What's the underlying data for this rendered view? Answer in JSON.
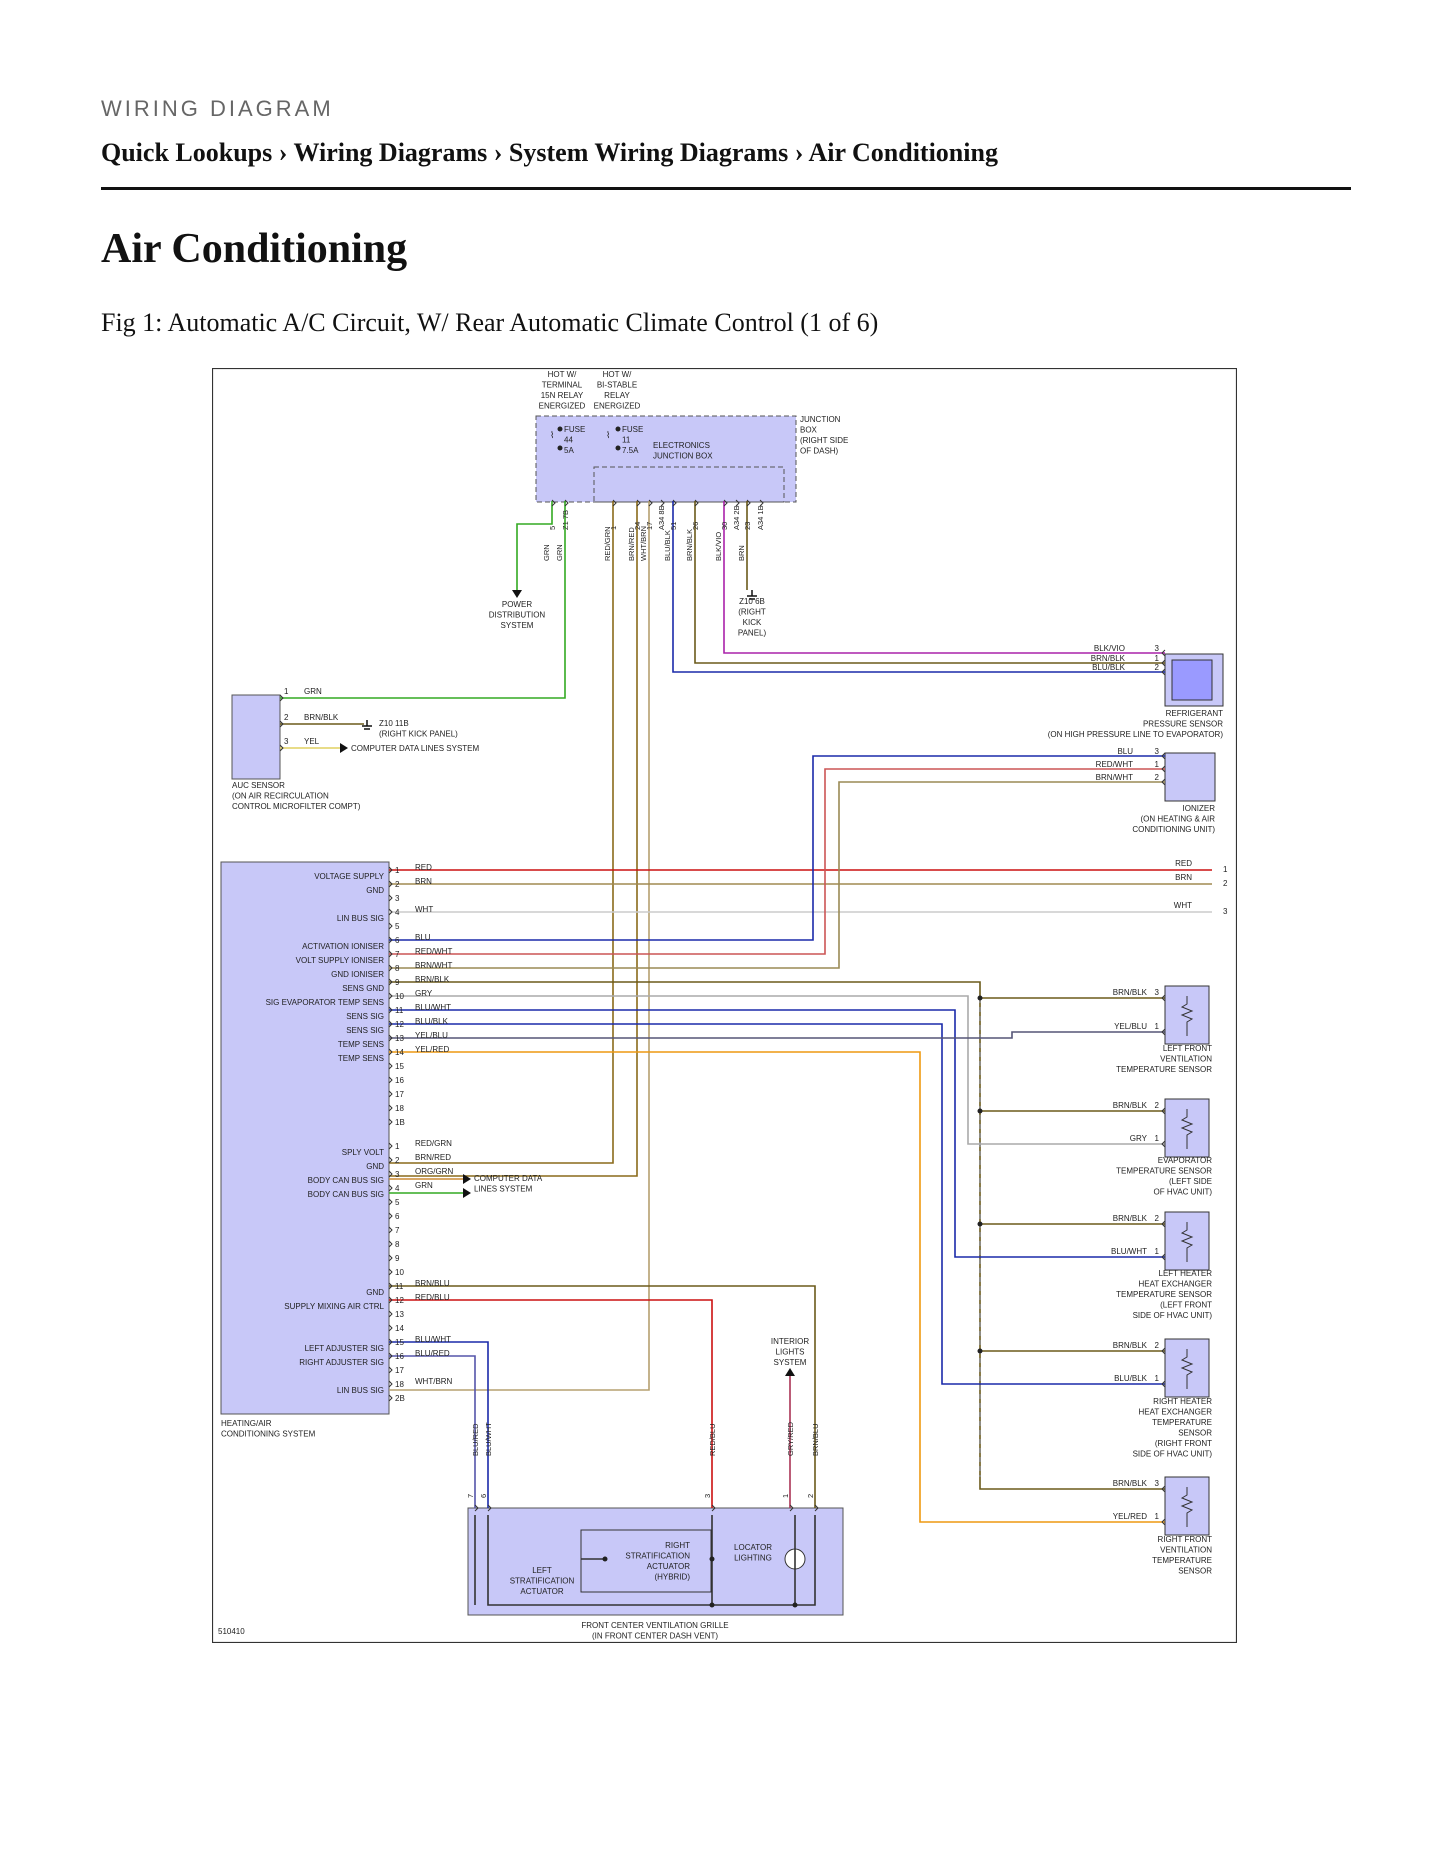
{
  "header": {
    "kicker": "WIRING DIAGRAM",
    "breadcrumb": [
      "Quick Lookups",
      "Wiring Diagrams",
      "System Wiring Diagrams",
      "Air Conditioning"
    ],
    "separator": "›"
  },
  "page_title": "Air Conditioning",
  "figure_caption": "Fig 1: Automatic A/C Circuit, W/ Rear Automatic Climate Control (1 of 6)",
  "diagram": {
    "figure_number": "510410",
    "colors": {
      "box_fill": "#c8c8f8",
      "red": "#cc1111",
      "brown": "#8a6a1a",
      "green": "#33aa22",
      "blue": "#1a2aaa",
      "violet": "#aa22aa",
      "orange": "#ee9911",
      "olive": "#6b5a1a",
      "gray": "#aaaaaa"
    },
    "junction_box": {
      "relay_1": [
        "HOT W/",
        "TERMINAL",
        "15N RELAY",
        "ENERGIZED"
      ],
      "relay_2": [
        "HOT W/",
        "BI-STABLE",
        "RELAY",
        "ENERGIZED"
      ],
      "fuse_1": [
        "FUSE",
        "44",
        "5A"
      ],
      "fuse_2": [
        "FUSE",
        "11",
        "7.5A"
      ],
      "inner_label": [
        "ELECTRONICS",
        "JUNCTION BOX"
      ],
      "label": [
        "JUNCTION",
        "BOX",
        "(RIGHT SIDE",
        "OF DASH)"
      ],
      "pins": [
        {
          "pin": "5",
          "wire": "GRN"
        },
        {
          "pin": "Z1 7B",
          "wire": "GRN"
        },
        {
          "pin": "1",
          "wire": "RED/GRN"
        },
        {
          "pin": "24",
          "wire": "BRN/RED"
        },
        {
          "pin": "17",
          "wire": "WHT/BRN"
        },
        {
          "pin": "A34 8B",
          "wire": ""
        },
        {
          "pin": "51",
          "wire": "BLU/BLK"
        },
        {
          "pin": "26",
          "wire": "BRN/BLK"
        },
        {
          "pin": "30",
          "wire": "BLK/VIO"
        },
        {
          "pin": "A34 2B",
          "wire": ""
        },
        {
          "pin": "23",
          "wire": "BRN"
        },
        {
          "pin": "A34 1B",
          "wire": ""
        }
      ]
    },
    "power_distribution": [
      "POWER",
      "DISTRIBUTION",
      "SYSTEM"
    ],
    "ground_z10_6b": [
      "Z10 6B",
      "(RIGHT",
      "KICK",
      "PANEL)"
    ],
    "refrigerant_sensor": {
      "label": [
        "REFRIGERANT",
        "PRESSURE SENSOR",
        "(ON HIGH PRESSURE LINE TO EVAPORATOR)"
      ],
      "pins": [
        {
          "wire": "BLK/VIO",
          "pin": "3"
        },
        {
          "wire": "BRN/BLK",
          "pin": "1"
        },
        {
          "wire": "BLU/BLK",
          "pin": "2"
        }
      ]
    },
    "auc_sensor": {
      "label": [
        "AUC SENSOR",
        "(ON AIR RECIRCULATION",
        "CONTROL MICROFILTER COMPT)"
      ],
      "pins": [
        {
          "pin": "1",
          "wire": "GRN"
        },
        {
          "pin": "2",
          "wire": "BRN/BLK"
        },
        {
          "pin": "3",
          "wire": "YEL"
        }
      ],
      "ground": [
        "Z10 11B",
        "(RIGHT KICK PANEL)"
      ],
      "data_lines": "COMPUTER DATA LINES SYSTEM"
    },
    "ionizer": {
      "label": [
        "IONIZER",
        "(ON HEATING & AIR",
        "CONDITIONING UNIT)"
      ],
      "pins": [
        {
          "wire": "BLU",
          "pin": "3"
        },
        {
          "wire": "RED/WHT",
          "pin": "1"
        },
        {
          "wire": "BRN/WHT",
          "pin": "2"
        }
      ]
    },
    "hvac_module": {
      "label": [
        "HEATING/AIR",
        "CONDITIONING SYSTEM"
      ],
      "connector_1": [
        {
          "pin": "1",
          "func": "VOLTAGE SUPPLY",
          "wire": "RED"
        },
        {
          "pin": "2",
          "func": "GND",
          "wire": "BRN"
        },
        {
          "pin": "3",
          "func": "",
          "wire": ""
        },
        {
          "pin": "4",
          "func": "LIN BUS SIG",
          "wire": "WHT"
        },
        {
          "pin": "5",
          "func": "",
          "wire": ""
        },
        {
          "pin": "6",
          "func": "ACTIVATION IONISER",
          "wire": "BLU"
        },
        {
          "pin": "7",
          "func": "VOLT SUPPLY IONISER",
          "wire": "RED/WHT"
        },
        {
          "pin": "8",
          "func": "GND IONISER",
          "wire": "BRN/WHT"
        },
        {
          "pin": "9",
          "func": "SENS GND",
          "wire": "BRN/BLK"
        },
        {
          "pin": "10",
          "func": "SIG EVAPORATOR TEMP SENS",
          "wire": "GRY"
        },
        {
          "pin": "11",
          "func": "SENS SIG",
          "wire": "BLU/WHT"
        },
        {
          "pin": "12",
          "func": "SENS SIG",
          "wire": "BLU/BLK"
        },
        {
          "pin": "13",
          "func": "TEMP SENS",
          "wire": "YEL/BLU"
        },
        {
          "pin": "14",
          "func": "TEMP SENS",
          "wire": "YEL/RED"
        },
        {
          "pin": "15",
          "func": "",
          "wire": ""
        },
        {
          "pin": "16",
          "func": "",
          "wire": ""
        },
        {
          "pin": "17",
          "func": "",
          "wire": ""
        },
        {
          "pin": "18",
          "func": "",
          "wire": ""
        },
        {
          "pin": "1B",
          "func": "",
          "wire": ""
        }
      ],
      "connector_2": [
        {
          "pin": "1",
          "func": "SPLY VOLT",
          "wire": "RED/GRN"
        },
        {
          "pin": "2",
          "func": "GND",
          "wire": "BRN/RED"
        },
        {
          "pin": "3",
          "func": "BODY CAN BUS SIG",
          "wire": "ORG/GRN"
        },
        {
          "pin": "4",
          "func": "BODY CAN BUS SIG",
          "wire": "GRN"
        },
        {
          "pin": "5",
          "func": "",
          "wire": ""
        },
        {
          "pin": "6",
          "func": "",
          "wire": ""
        },
        {
          "pin": "7",
          "func": "",
          "wire": ""
        },
        {
          "pin": "8",
          "func": "",
          "wire": ""
        },
        {
          "pin": "9",
          "func": "",
          "wire": ""
        },
        {
          "pin": "10",
          "func": "",
          "wire": ""
        },
        {
          "pin": "11",
          "func": "GND",
          "wire": "BRN/BLU"
        },
        {
          "pin": "12",
          "func": "SUPPLY MIXING AIR CTRL",
          "wire": "RED/BLU"
        },
        {
          "pin": "13",
          "func": "",
          "wire": ""
        },
        {
          "pin": "14",
          "func": "",
          "wire": ""
        },
        {
          "pin": "15",
          "func": "LEFT ADJUSTER SIG",
          "wire": "BLU/WHT"
        },
        {
          "pin": "16",
          "func": "RIGHT ADJUSTER SIG",
          "wire": "BLU/RED"
        },
        {
          "pin": "17",
          "func": "",
          "wire": ""
        },
        {
          "pin": "18",
          "func": "LIN BUS SIG",
          "wire": "WHT/BRN"
        },
        {
          "pin": "2B",
          "func": "",
          "wire": ""
        }
      ],
      "can_data_lines": [
        "COMPUTER DATA",
        "LINES SYSTEM"
      ]
    },
    "right_bus": [
      {
        "wire": "RED",
        "pin": "1"
      },
      {
        "wire": "BRN",
        "pin": "2"
      },
      {
        "wire": "WHT",
        "pin": "3"
      }
    ],
    "sensors": [
      {
        "label": [
          "LEFT FRONT",
          "VENTILATION",
          "TEMPERATURE SENSOR"
        ],
        "pins": [
          {
            "wire": "BRN/BLK",
            "pin": "3"
          },
          {
            "wire": "YEL/BLU",
            "pin": "1"
          }
        ]
      },
      {
        "label": [
          "EVAPORATOR",
          "TEMPERATURE SENSOR",
          "(LEFT SIDE",
          "OF HVAC UNIT)"
        ],
        "pins": [
          {
            "wire": "BRN/BLK",
            "pin": "2"
          },
          {
            "wire": "GRY",
            "pin": "1"
          }
        ]
      },
      {
        "label": [
          "LEFT HEATER",
          "HEAT EXCHANGER",
          "TEMPERATURE SENSOR",
          "(LEFT FRONT",
          "SIDE OF HVAC UNIT)"
        ],
        "pins": [
          {
            "wire": "BRN/BLK",
            "pin": "2"
          },
          {
            "wire": "BLU/WHT",
            "pin": "1"
          }
        ]
      },
      {
        "label": [
          "RIGHT HEATER",
          "HEAT EXCHANGER",
          "TEMPERATURE",
          "SENSOR",
          "(RIGHT FRONT",
          "SIDE OF HVAC UNIT)"
        ],
        "pins": [
          {
            "wire": "BRN/BLK",
            "pin": "2"
          },
          {
            "wire": "BLU/BLK",
            "pin": "1"
          }
        ]
      },
      {
        "label": [
          "RIGHT FRONT",
          "VENTILATION",
          "TEMPERATURE",
          "SENSOR"
        ],
        "pins": [
          {
            "wire": "BRN/BLK",
            "pin": "3"
          },
          {
            "wire": "YEL/RED",
            "pin": "1"
          }
        ]
      }
    ],
    "grille": {
      "label": [
        "FRONT CENTER VENTILATION GRILLE",
        "(IN FRONT CENTER DASH VENT)"
      ],
      "pins": [
        {
          "pin": "7",
          "wire": "BLU/RED"
        },
        {
          "pin": "6",
          "wire": "BLU/WHT"
        },
        {
          "pin": "3",
          "wire": "RED/BLU"
        },
        {
          "pin": "1",
          "wire": "GRY/RED"
        },
        {
          "pin": "2",
          "wire": "BRN/BLU"
        }
      ],
      "left_actuator": [
        "LEFT",
        "STRATIFICATION",
        "ACTUATOR"
      ],
      "right_actuator": [
        "RIGHT",
        "STRATIFICATION",
        "ACTUATOR",
        "(HYBRID)"
      ],
      "locator": [
        "LOCATOR",
        "LIGHTING"
      ]
    },
    "interior_lights": [
      "INTERIOR",
      "LIGHTS",
      "SYSTEM"
    ]
  }
}
